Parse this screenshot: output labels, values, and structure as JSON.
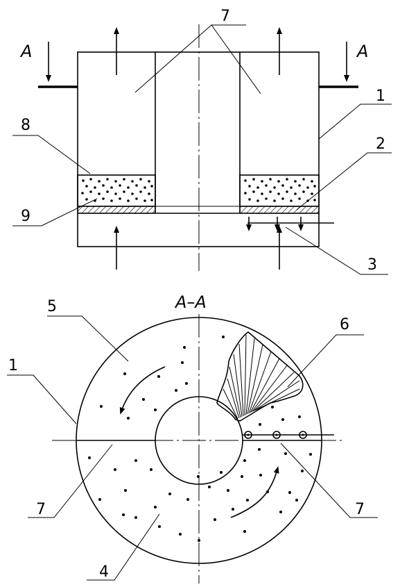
{
  "labels": {
    "part_1_top": "1",
    "part_2": "2",
    "part_3": "3",
    "part_7_top": "7",
    "part_8": "8",
    "part_9": "9",
    "section_left": "A",
    "section_right": "A",
    "section_title": "A–A",
    "part_5": "5",
    "part_6": "6",
    "part_1_bottom": "1",
    "part_7_left": "7",
    "part_7_right": "7",
    "part_4": "4"
  }
}
